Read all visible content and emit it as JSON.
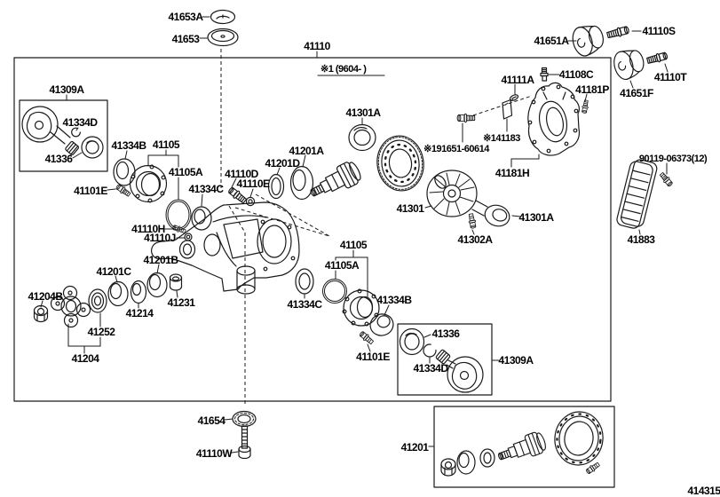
{
  "diagram": {
    "note": "※1 (9604-      )",
    "footer_code": "414315",
    "colors": {
      "line": "#1a1a1a",
      "label": "#000000",
      "background": "#ffffff"
    },
    "labels": {
      "41653A": "41653A",
      "41653": "41653",
      "41110": "41110",
      "41309A": "41309A",
      "41334D": "41334D",
      "41336": "41336",
      "41334B": "41334B",
      "41105": "41105",
      "41105A": "41105A",
      "41101E": "41101E",
      "41334C": "41334C",
      "41110H": "41110H",
      "41110J": "41110J",
      "41110D": "41110D",
      "41110E": "41110E",
      "41201D": "41201D",
      "41201A": "41201A",
      "41301A": "41301A",
      "41301": "41301",
      "41302A": "41302A",
      "41651A": "41651A",
      "41110S": "41110S",
      "41110T": "41110T",
      "41651F": "41651F",
      "41108C": "41108C",
      "41111A": "41111A",
      "41181P": "41181P",
      "41183": "※141183",
      "91651_60614": "※191651-60614",
      "41181H": "41181H",
      "90119_06373": "90119-06373(12)",
      "41883": "41883",
      "41201B": "41201B",
      "41201C": "41201C",
      "41204B": "41204B",
      "41231": "41231",
      "41214": "41214",
      "41252": "41252",
      "41204": "41204",
      "41654": "41654",
      "41110W": "41110W",
      "41201": "41201"
    }
  }
}
